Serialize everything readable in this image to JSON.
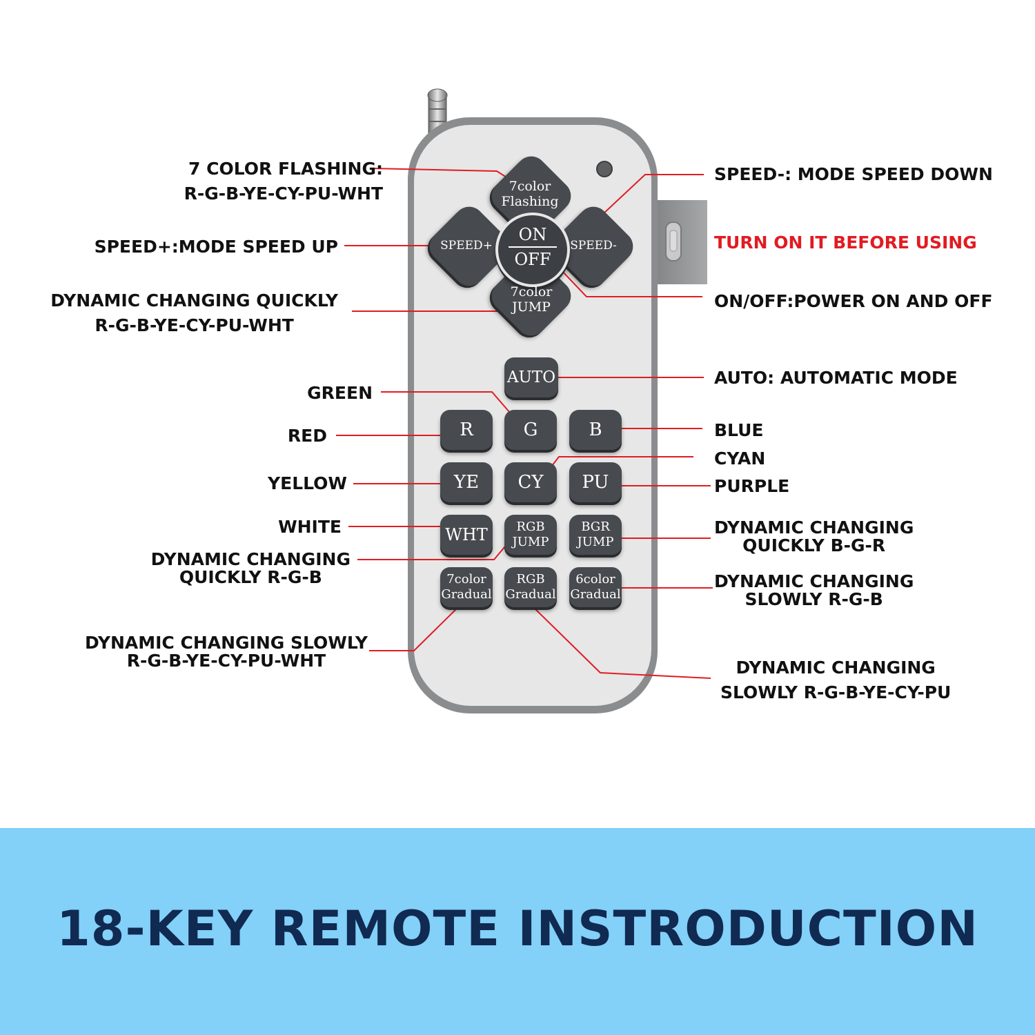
{
  "remote": {
    "keys": {
      "flash": [
        "7color",
        "Flashing"
      ],
      "speed_up": "SPEED+",
      "on": "ON",
      "off": "OFF",
      "speed_down": "SPEED-",
      "jump": [
        "7color",
        "JUMP"
      ],
      "auto": "AUTO",
      "r": "R",
      "g": "G",
      "b": "B",
      "ye": "YE",
      "cy": "CY",
      "pu": "PU",
      "wht": "WHT",
      "rgb_jump": [
        "RGB",
        "JUMP"
      ],
      "bgr_jump": [
        "BGR",
        "JUMP"
      ],
      "gradual7": [
        "7color",
        "Gradual"
      ],
      "gradual_rgb": [
        "RGB",
        "Gradual"
      ],
      "gradual6": [
        "6color",
        "Gradual"
      ]
    }
  },
  "callouts": {
    "flashing": [
      "7 COLOR FLASHING:",
      "R-G-B-YE-CY-PU-WHT"
    ],
    "speed_up": "SPEED+:MODE SPEED UP",
    "jump": [
      "DYNAMIC CHANGING QUICKLY",
      "R-G-B-YE-CY-PU-WHT"
    ],
    "green": "GREEN",
    "red": "RED",
    "yellow": "YELLOW",
    "white": "WHITE",
    "rgb_quick": [
      "DYNAMIC CHANGING",
      "QUICKLY R-G-B"
    ],
    "seven_slow": [
      "DYNAMIC CHANGING SLOWLY",
      "R-G-B-YE-CY-PU-WHT"
    ],
    "speed_down": "SPEED-: MODE SPEED DOWN",
    "switch_warning": "TURN ON IT BEFORE USING",
    "on_off": "ON/OFF:POWER ON AND OFF",
    "auto": "AUTO: AUTOMATIC MODE",
    "blue": "BLUE",
    "cyan": "CYAN",
    "purple": "PURPLE",
    "bgr_quick": [
      "DYNAMIC CHANGING",
      "QUICKLY B-G-R"
    ],
    "rgb_slow": [
      "DYNAMIC CHANGING",
      "SLOWLY R-G-B"
    ],
    "six_slow": [
      "DYNAMIC CHANGING",
      "SLOWLY R-G-B-YE-CY-PU"
    ]
  },
  "banner": {
    "title": "18-KEY REMOTE INSTRODUCTION"
  },
  "colors": {
    "leader_line": "#e11b22",
    "warning": "#e11b22",
    "banner_bg": "#83d0f8",
    "banner_text": "#102a52",
    "key": "#474a4e",
    "body": "#e6e7e6",
    "frame": "#8a8c8e"
  }
}
